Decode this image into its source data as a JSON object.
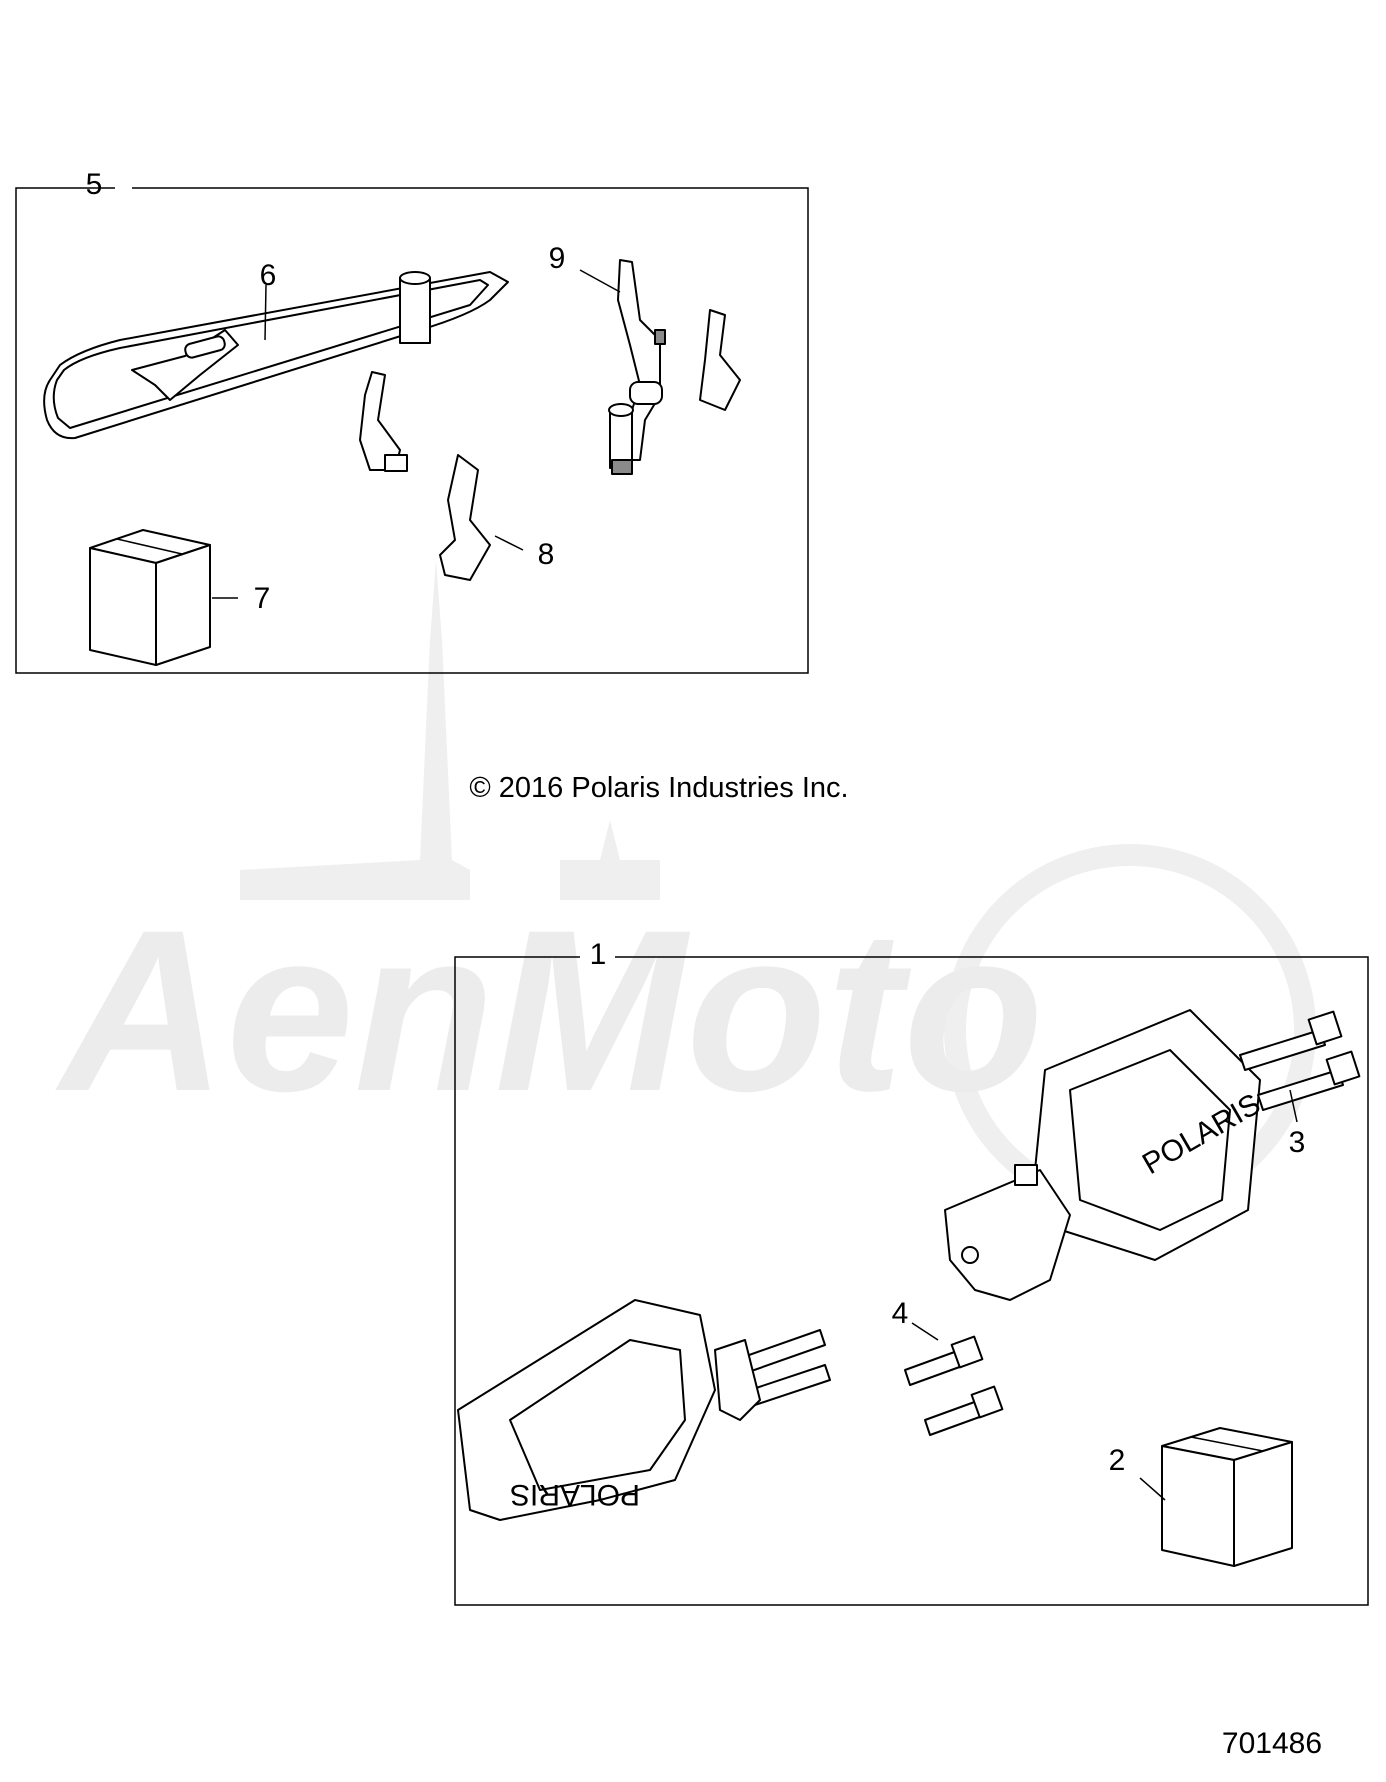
{
  "watermark": "AenMoto",
  "copyright": "© 2016 Polaris Industries Inc.",
  "document_number": "701486",
  "kits": [
    {
      "callout": "5",
      "items": [
        "6",
        "7",
        "8",
        "9"
      ]
    },
    {
      "callout": "1",
      "items": [
        "2",
        "3",
        "4"
      ]
    }
  ],
  "callouts": {
    "c1": "1",
    "c2": "2",
    "c3": "3",
    "c4": "4",
    "c5": "5",
    "c6": "6",
    "c7": "7",
    "c8": "8",
    "c9": "9"
  },
  "logo_text": "POLARIS"
}
